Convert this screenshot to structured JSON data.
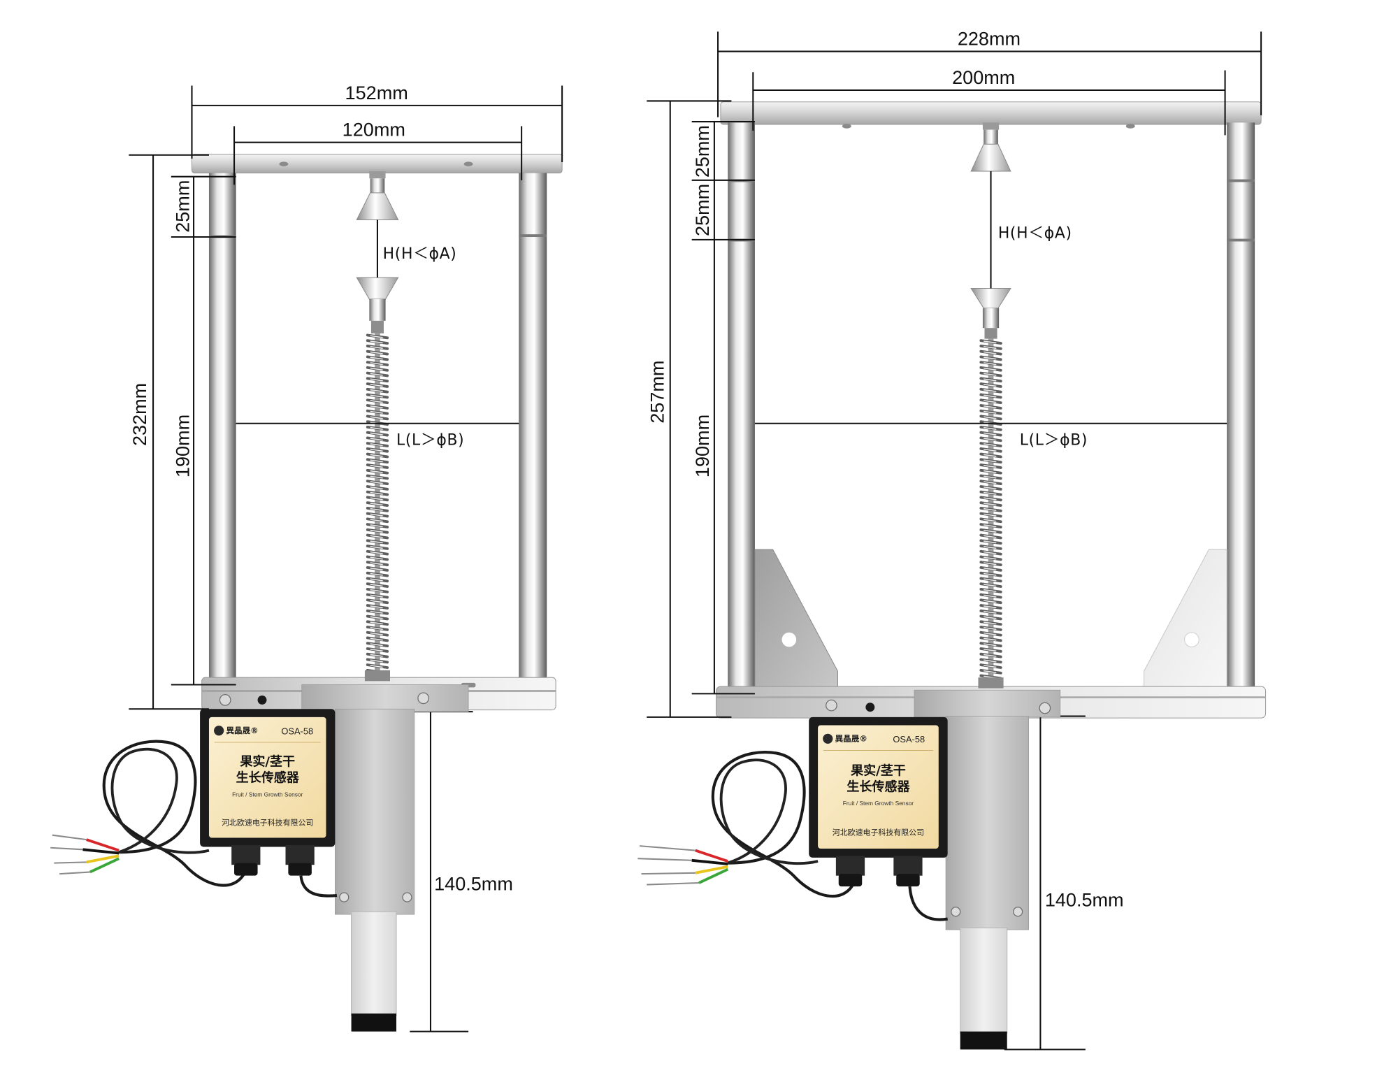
{
  "left_sensor": {
    "dims": {
      "outer_width": "152mm",
      "inner_width": "120mm",
      "total_height": "232mm",
      "top_gap": "25mm",
      "frame_height": "190mm",
      "bracket_length": "140.5mm"
    },
    "labels": {
      "h": "H(H＜ϕA)",
      "l": "L(L＞ϕB)"
    },
    "box": {
      "brand": "異晶晟®",
      "model": "OSA-58",
      "name_line1": "果实/茎干",
      "name_line2": "生长传感器",
      "english": "Fruit / Stem Growth Sensor",
      "company": "河北欧速电子科技有限公司"
    }
  },
  "right_sensor": {
    "dims": {
      "outer_width": "228mm",
      "inner_width": "200mm",
      "total_height": "257mm",
      "top_gap_upper": "25mm",
      "top_gap_lower": "25mm",
      "frame_height": "190mm",
      "bracket_length": "140.5mm"
    },
    "labels": {
      "h": "H(H＜ϕA)",
      "l": "L(L＞ϕB)"
    },
    "box": {
      "brand": "異晶晟®",
      "model": "OSA-58",
      "name_line1": "果实/茎干",
      "name_line2": "生长传感器",
      "english": "Fruit / Stem Growth Sensor",
      "company": "河北欧速电子科技有限公司"
    }
  },
  "colors": {
    "dimension_line": "#111111",
    "box_body": "#1b1b1b",
    "label_bg": "#f6e4b6",
    "wire_red": "#d8262a",
    "wire_yellow": "#e8c51c",
    "wire_green": "#3aa63a"
  }
}
